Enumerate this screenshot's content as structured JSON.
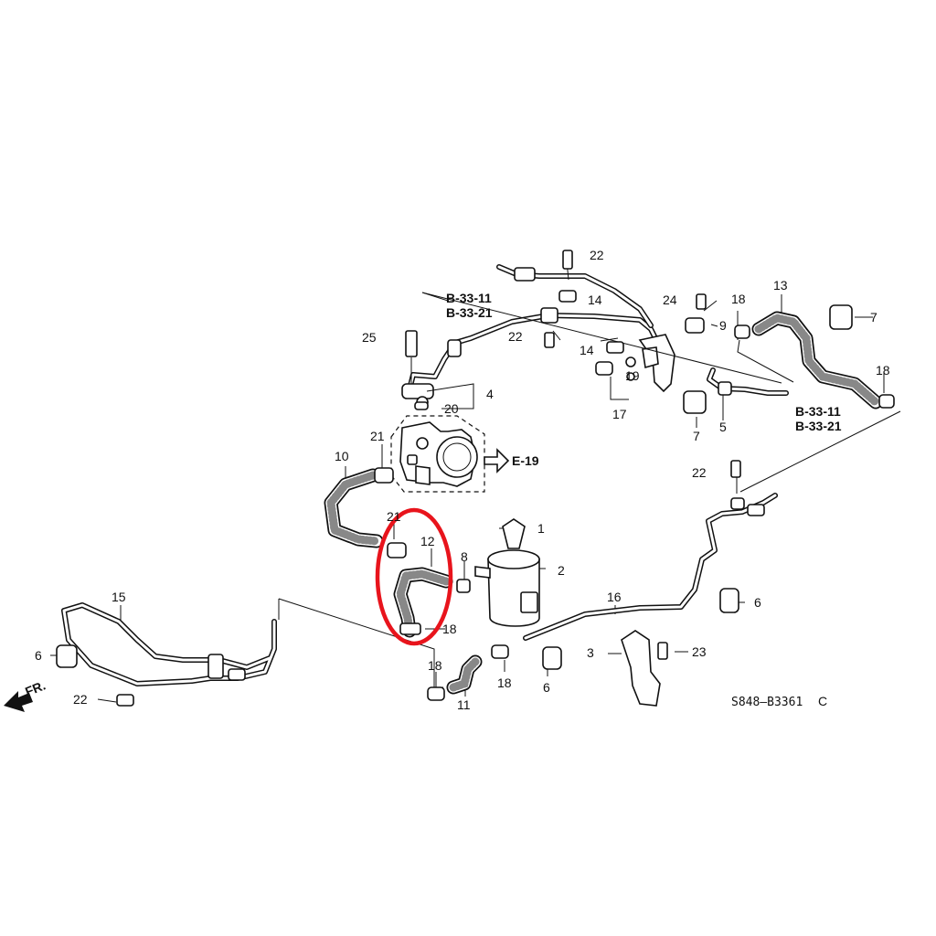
{
  "diagram": {
    "callouts": {
      "n1": "1",
      "n2": "2",
      "n3": "3",
      "n4": "4",
      "n5": "5",
      "n6a": "6",
      "n6b": "6",
      "n6c": "6",
      "n7a": "7",
      "n7b": "7",
      "n8": "8",
      "n9": "9",
      "n10": "10",
      "n11": "11",
      "n12": "12",
      "n13": "13",
      "n14a": "14",
      "n14b": "14",
      "n15": "15",
      "n16": "16",
      "n17": "17",
      "n18a": "18",
      "n18b": "18",
      "n18c": "18",
      "n18d": "18",
      "n18e": "18",
      "n19": "19",
      "n20": "20",
      "n21a": "21",
      "n21b": "21",
      "n22a": "22",
      "n22b": "22",
      "n22c": "22",
      "n22d": "22",
      "n23": "23",
      "n24": "24",
      "n25": "25"
    },
    "refs": {
      "b3311_top": "B-33-11",
      "b3321_top": "B-33-21",
      "b3311_right": "B-33-11",
      "b3321_right": "B-33-21",
      "e19": "E-19"
    },
    "direction_label": "FR.",
    "diagram_code": "S848—B3361",
    "diagram_code_suffix": "C",
    "highlight_color": "#e8141c"
  }
}
